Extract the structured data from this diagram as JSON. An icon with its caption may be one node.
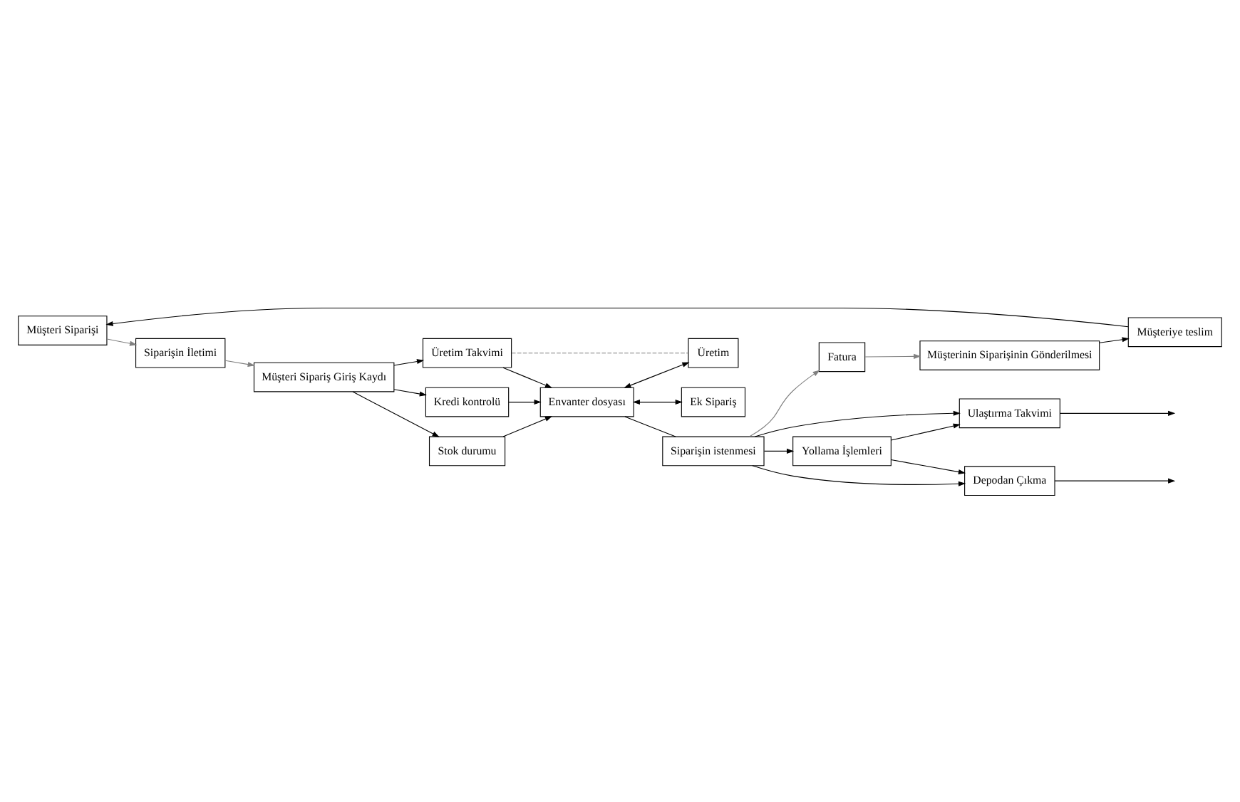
{
  "diagram": {
    "nodes": [
      {
        "text": [
          "Müşteri Siparişi"
        ]
      },
      {
        "text": [
          "Müşteriye teslim"
        ]
      },
      {
        "text": [
          "Müşterinin Siparişinin Gönderilmesi"
        ]
      },
      {
        "text": [
          "Siparişin İletimi"
        ]
      },
      {
        "text": [
          "Ek Sipariş"
        ]
      },
      {
        "text": [
          "Fatura"
        ]
      },
      {
        "text": [
          "Stok durumu"
        ]
      },
      {
        "text": [
          "Müşteri Sipariş Giriş Kaydı"
        ]
      },
      {
        "text": [
          "Kredi kontrolü"
        ]
      },
      {
        "text": [
          "Envanter dosyası"
        ]
      },
      {
        "text": [
          "Siparişin istenmesi"
        ]
      },
      {
        "text": [
          "Depodan Çıkma"
        ]
      },
      {
        "text": [
          "Üretim Takvimi"
        ]
      },
      {
        "text": [
          "Üretim"
        ]
      },
      {
        "text": [
          "Yollama İşlemleri"
        ]
      },
      {
        "text": [
          "Ulaştırma Takvimi"
        ]
      }
    ],
    "edges": [
      {
        "from": 1,
        "to": 0,
        "arrow": "to"
      },
      {
        "from": 2,
        "to": 1,
        "arrow": "to"
      },
      {
        "from": 0,
        "to": 3,
        "arrow": "to",
        "color": "#808080"
      },
      {
        "from": 3,
        "to": 7,
        "arrow": "to",
        "color": "#808080"
      },
      {
        "from": 7,
        "to": 6,
        "arrow": "to"
      },
      {
        "from": 7,
        "to": 8,
        "arrow": "to"
      },
      {
        "from": 7,
        "to": 12,
        "arrow": "to"
      },
      {
        "from": 6,
        "to": 9,
        "arrow": "to"
      },
      {
        "from": 8,
        "to": 9,
        "arrow": "to"
      },
      {
        "from": 12,
        "to": 9,
        "arrow": "to"
      },
      {
        "from": 9,
        "to": 4,
        "arrow": "both"
      },
      {
        "from": 9,
        "to": 13,
        "arrow": "both"
      },
      {
        "from": 12,
        "to": 13,
        "arrow": "none",
        "style": "dashed",
        "color": "#808080"
      },
      {
        "from": 9,
        "to": 10,
        "arrow": "none"
      },
      {
        "from": 10,
        "to": 5,
        "arrow": "to",
        "color": "#808080"
      },
      {
        "from": 10,
        "to": 14,
        "arrow": "to"
      },
      {
        "from": 5,
        "to": 2,
        "arrow": "to",
        "color": "#808080"
      },
      {
        "from": 10,
        "to": 11,
        "arrow": "to"
      },
      {
        "from": 10,
        "to": 15,
        "arrow": "to"
      },
      {
        "from": 14,
        "to": 11,
        "arrow": "to"
      },
      {
        "from": 14,
        "to": 15,
        "arrow": "to"
      },
      {
        "from": 11,
        "to": null,
        "arrow": "to"
      },
      {
        "from": 15,
        "to": null,
        "arrow": "to"
      }
    ]
  }
}
